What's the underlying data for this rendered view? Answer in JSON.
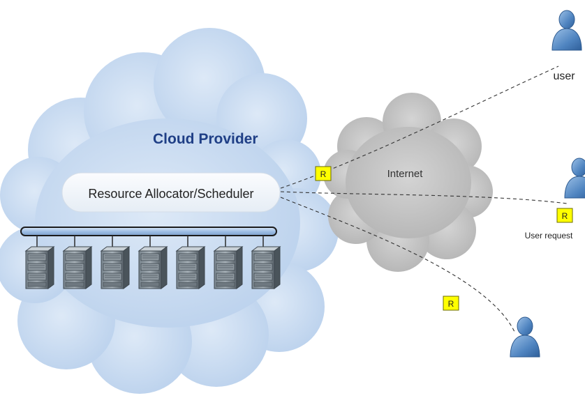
{
  "provider": {
    "title": "Cloud Provider",
    "scheduler_label": "Resource Allocator/Scheduler",
    "server_rack_count": 7,
    "colors": {
      "cloud": "#c7daf0",
      "cloud_edge": "#b3cae6",
      "title": "#1f3f86",
      "bus": "#a9c6e8",
      "server": "#5b6770"
    }
  },
  "internet": {
    "label": "Internet",
    "colors": {
      "cloud": "#c2c2c2"
    }
  },
  "users": [
    {
      "id": "top",
      "label": "user"
    },
    {
      "id": "middle",
      "label": "User request"
    },
    {
      "id": "bottom",
      "label": ""
    }
  ],
  "request_tags": [
    {
      "id": "near-provider",
      "label": "R"
    },
    {
      "id": "near-middle-user",
      "label": "R"
    },
    {
      "id": "near-bottom-user",
      "label": "R"
    }
  ],
  "colors": {
    "tag_fill": "#ffff00",
    "tag_stroke": "#6b6b00",
    "user_icon": "#4e82be",
    "connection_line": "#333333"
  },
  "icons": {
    "server": "server-rack-icon",
    "user": "user-icon"
  }
}
